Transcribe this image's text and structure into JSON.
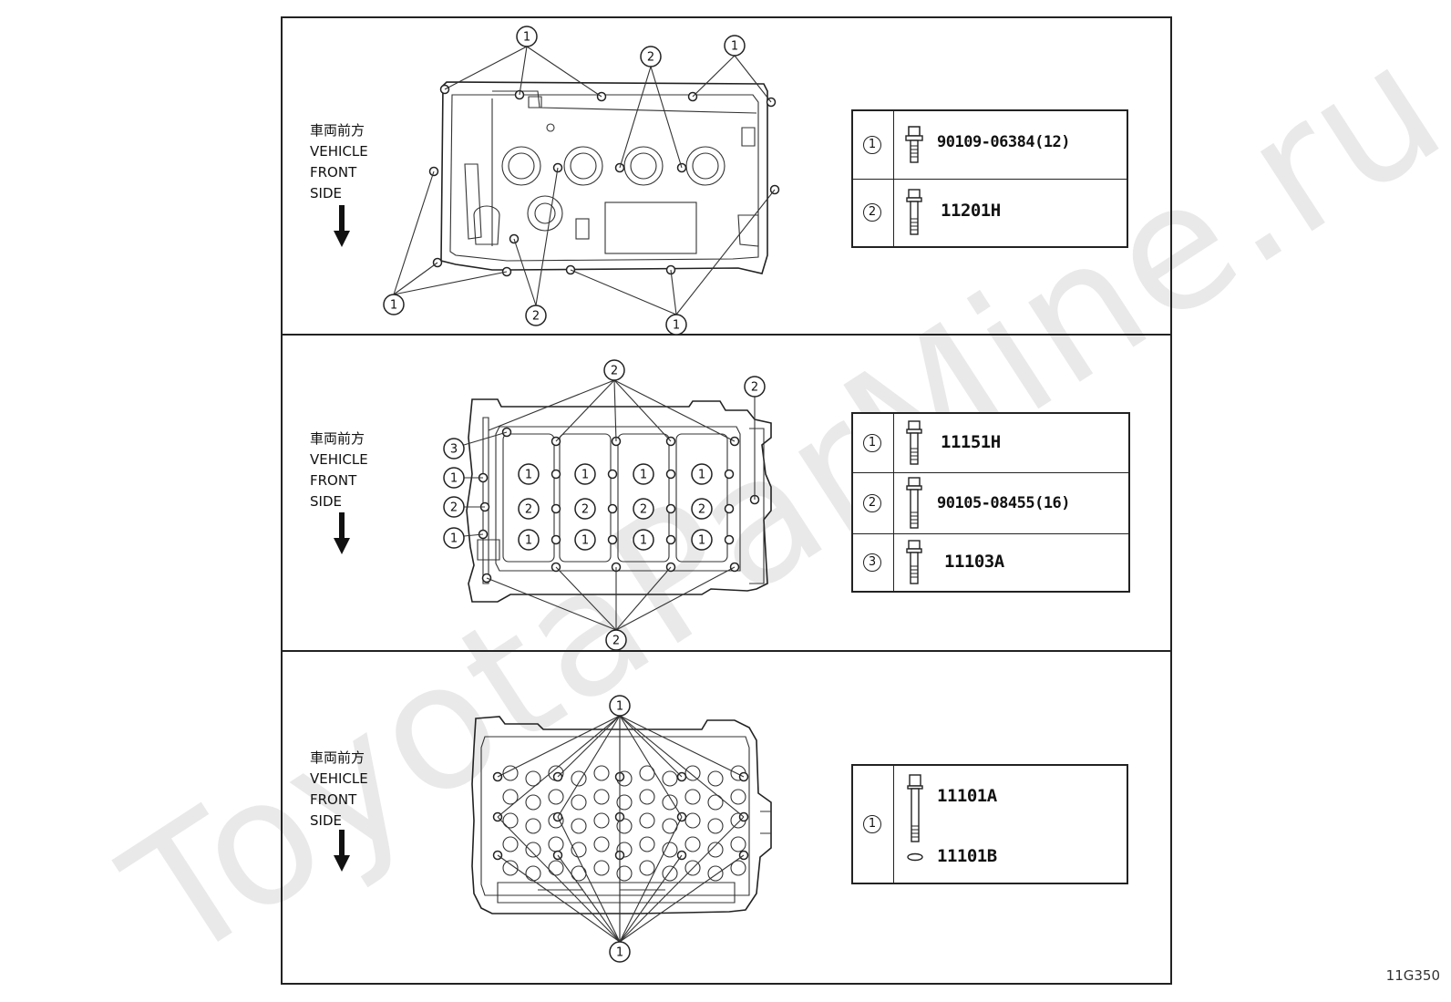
{
  "watermark": "ToyotaParMine.ru",
  "figure_code": "11G350",
  "panels": [
    {
      "id": "top",
      "label": [
        "車両前方",
        "VEHICLE",
        "FRONT",
        "SIDE"
      ],
      "parts": [
        {
          "num": "1",
          "code": "90109-06384(12)"
        },
        {
          "num": "2",
          "code": "11201H"
        }
      ]
    },
    {
      "id": "middle",
      "label": [
        "車両前方",
        "VEHICLE",
        "FRONT",
        "SIDE"
      ],
      "parts": [
        {
          "num": "1",
          "code": "11151H"
        },
        {
          "num": "2",
          "code": "90105-08455(16)"
        },
        {
          "num": "3",
          "code": "11103A"
        }
      ]
    },
    {
      "id": "bottom",
      "label": [
        "車両前方",
        "VEHICLE",
        "FRONT",
        "SIDE"
      ],
      "parts": [
        {
          "num": "1",
          "code": "11101A"
        },
        {
          "num": "",
          "code": "11101B"
        }
      ]
    }
  ],
  "callouts": {
    "one": "1",
    "two": "2",
    "three": "3"
  }
}
